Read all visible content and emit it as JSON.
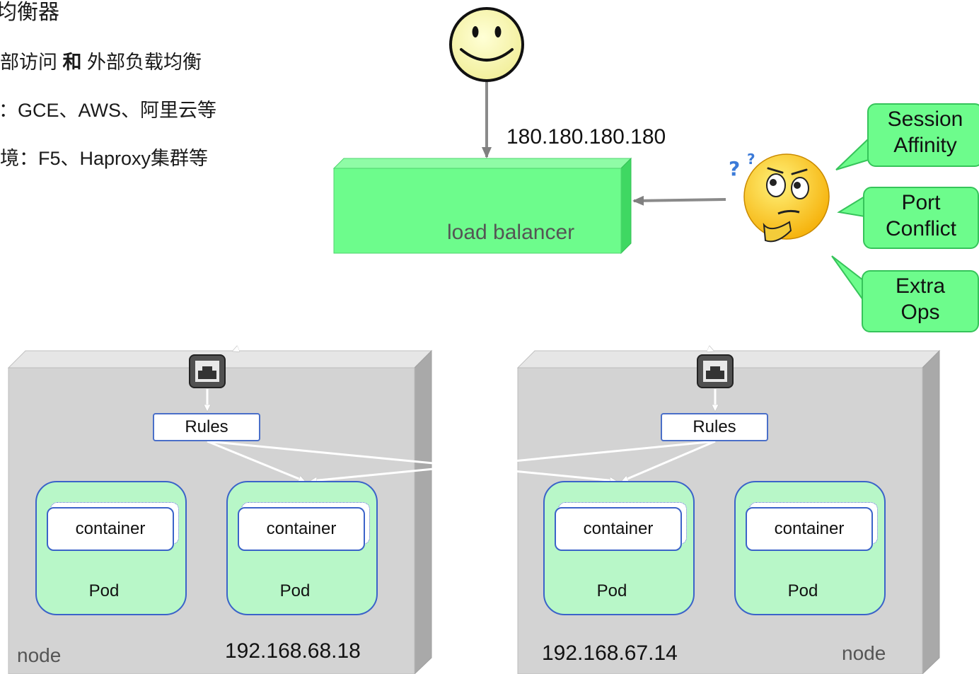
{
  "bullets": {
    "line1": "均衡器",
    "line2_part1": "部访问",
    "line2_bold": "和",
    "line2_part2": "外部负载均衡",
    "line3": "：GCE、AWS、阿里云等",
    "line4": "境：F5、Haproxy集群等"
  },
  "user": {
    "ip": "180.180.180.180"
  },
  "load_balancer": {
    "label": "load balancer"
  },
  "concerns": [
    "Session Affinity",
    "Port Conflict",
    "Extra Ops"
  ],
  "nodes": [
    {
      "label": "node",
      "ip": "192.168.68.18",
      "rules_label": "Rules",
      "pods": [
        {
          "container_label": "container",
          "pod_label": "Pod"
        },
        {
          "container_label": "container",
          "pod_label": "Pod"
        }
      ]
    },
    {
      "label": "node",
      "ip": "192.168.67.14",
      "rules_label": "Rules",
      "pods": [
        {
          "container_label": "container",
          "pod_label": "Pod"
        },
        {
          "container_label": "container",
          "pod_label": "Pod"
        }
      ]
    }
  ],
  "colors": {
    "load_balancer_fill": "#6dfc8c",
    "pod_fill": "#b8f7c8",
    "node_fill": "#d3d3d3",
    "border_blue": "#3b63c9"
  }
}
